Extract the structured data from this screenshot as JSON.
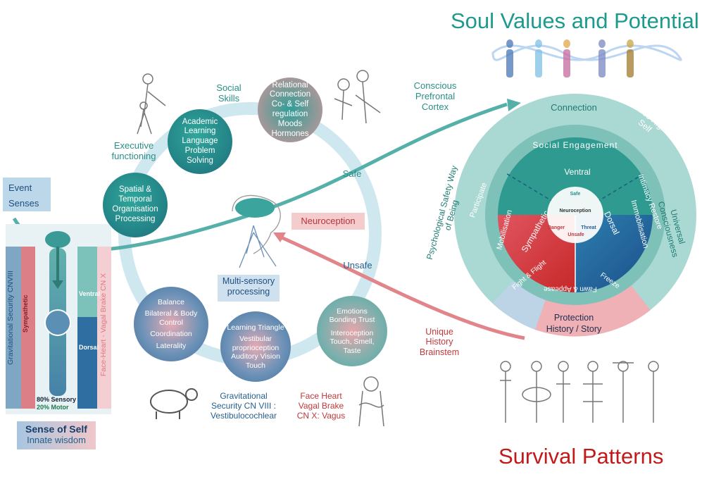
{
  "titles": {
    "top": "Soul Values and Potential",
    "bottom": "Survival Patterns"
  },
  "event_box": {
    "line1": "Event",
    "line2": "Senses"
  },
  "body_panel": {
    "left_vertical": "Gravitational Security CNVIII",
    "right_vertical": "Face-Heart - Vagal Brake CN X",
    "sympathetic": "Sympathetic",
    "ventral": "Ventral",
    "dorsal": "Dorsal",
    "sensory": "80% Sensory",
    "motor": "20% Motor"
  },
  "sense_of_self": {
    "title": "Sense of Self",
    "subtitle": "Innate wisdom"
  },
  "circles": {
    "spatial": "Spatial & Temporal Organisation Processing",
    "academic": "Academic Learning Language Problem Solving",
    "relational": "Relational Connection Co- & Self regulation Moods Hormones",
    "balance": [
      "Balance",
      "Bilateral  & Body Control",
      "Coordination",
      "Laterality"
    ],
    "learning": [
      "Learning Triangle",
      "Vestibular proprioception Auditory Vision Touch"
    ],
    "emotions": [
      "Emotions Bonding Trust",
      "Interoception Touch, Smell, Taste"
    ]
  },
  "labels": {
    "executive": "Executive functioning",
    "social": "Social Skills",
    "conscious": "Conscious Prefrontal Cortex",
    "safe": "Safe",
    "unsafe": "Unsafe",
    "neuroception": "Neuroception",
    "multisensory": "Multi-sensory processing",
    "unique": "Unique History Brainstem",
    "gravitational": "Gravitational Security CN VIII : Vestibulocochlear",
    "face_heart": "Face Heart Vagal Brake CN X: Vagus"
  },
  "wheel": {
    "connection": "Connection",
    "values": "Values Higher Self",
    "universal": "Universal Consciousness",
    "psych_safety": "Psychological Safety Way of Being",
    "protection": "Protection",
    "history": "History / Story",
    "social_engagement": "Social Engagement",
    "ventral": "Ventral",
    "participate": "Participate",
    "mobilisation": "Mobilisation",
    "sympathetic": "Sympathetic",
    "intimacy": "Intimacy Restore",
    "immobilisation": "Immobilisation",
    "dorsal": "Dorsal",
    "fight_flight": "Fight & Flight",
    "fawn_appease": "Fawn & Appease",
    "freeze": "Freeze",
    "center_safe": "Safe",
    "center_neuroception": "Neuroception",
    "center_danger": "Danger",
    "center_threat": "Threat",
    "center_unsafe": "Unsafe"
  },
  "colors": {
    "teal": "#1d9a8e",
    "red": "#c21a1a",
    "blue": "#255f8e"
  }
}
